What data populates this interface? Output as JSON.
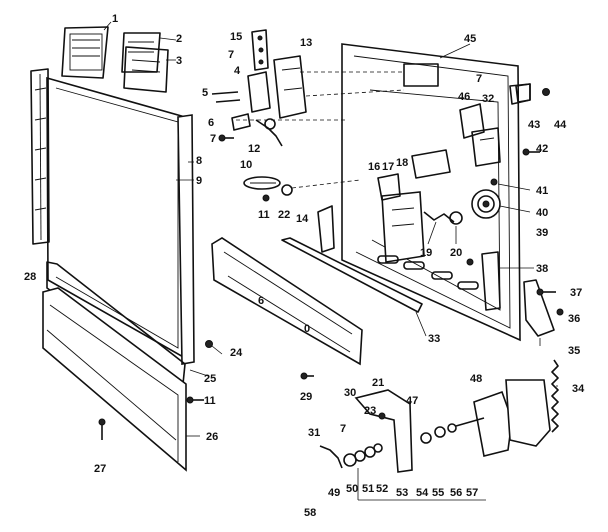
{
  "diagram": {
    "callouts": [
      {
        "id": "c1",
        "text": "1"
      },
      {
        "id": "c2",
        "text": "2"
      },
      {
        "id": "c3",
        "text": "3"
      },
      {
        "id": "c4",
        "text": "4"
      },
      {
        "id": "c5",
        "text": "5"
      },
      {
        "id": "c6",
        "text": "6"
      },
      {
        "id": "c7a",
        "text": "7"
      },
      {
        "id": "c7b",
        "text": "7"
      },
      {
        "id": "c7c",
        "text": "7"
      },
      {
        "id": "c7d",
        "text": "7"
      },
      {
        "id": "c8",
        "text": "8"
      },
      {
        "id": "c9",
        "text": "9"
      },
      {
        "id": "c10",
        "text": "10"
      },
      {
        "id": "c11a",
        "text": "11"
      },
      {
        "id": "c11b",
        "text": "11"
      },
      {
        "id": "c12",
        "text": "12"
      },
      {
        "id": "c13",
        "text": "13"
      },
      {
        "id": "c14",
        "text": "14"
      },
      {
        "id": "c15",
        "text": "15"
      },
      {
        "id": "c16",
        "text": "16"
      },
      {
        "id": "c17",
        "text": "17"
      },
      {
        "id": "c18",
        "text": "18"
      },
      {
        "id": "c19",
        "text": "19"
      },
      {
        "id": "c20",
        "text": "20"
      },
      {
        "id": "c21",
        "text": "21"
      },
      {
        "id": "c22",
        "text": "22"
      },
      {
        "id": "c23",
        "text": "23"
      },
      {
        "id": "c24",
        "text": "24"
      },
      {
        "id": "c25",
        "text": "25"
      },
      {
        "id": "c26",
        "text": "26"
      },
      {
        "id": "c27",
        "text": "27"
      },
      {
        "id": "c28",
        "text": "28"
      },
      {
        "id": "c29",
        "text": "29"
      },
      {
        "id": "c30",
        "text": "30"
      },
      {
        "id": "c31",
        "text": "31"
      },
      {
        "id": "c32",
        "text": "32"
      },
      {
        "id": "c33",
        "text": "33"
      },
      {
        "id": "c34",
        "text": "34"
      },
      {
        "id": "c35",
        "text": "35"
      },
      {
        "id": "c36",
        "text": "36"
      },
      {
        "id": "c37",
        "text": "37"
      },
      {
        "id": "c38",
        "text": "38"
      },
      {
        "id": "c39",
        "text": "39"
      },
      {
        "id": "c40",
        "text": "40"
      },
      {
        "id": "c41",
        "text": "41"
      },
      {
        "id": "c42",
        "text": "42"
      },
      {
        "id": "c43",
        "text": "43"
      },
      {
        "id": "c44",
        "text": "44"
      },
      {
        "id": "c45",
        "text": "45"
      },
      {
        "id": "c46",
        "text": "46"
      },
      {
        "id": "c47",
        "text": "47"
      },
      {
        "id": "c48",
        "text": "48"
      },
      {
        "id": "c49",
        "text": "49"
      },
      {
        "id": "c50",
        "text": "50"
      },
      {
        "id": "c51",
        "text": "51"
      },
      {
        "id": "c52",
        "text": "52"
      },
      {
        "id": "c53",
        "text": "53"
      },
      {
        "id": "c54",
        "text": "54"
      },
      {
        "id": "c55",
        "text": "55"
      },
      {
        "id": "c56",
        "text": "56"
      },
      {
        "id": "c57",
        "text": "57"
      },
      {
        "id": "c58",
        "text": "58"
      }
    ],
    "panel_marks": [
      "6",
      "0"
    ]
  }
}
